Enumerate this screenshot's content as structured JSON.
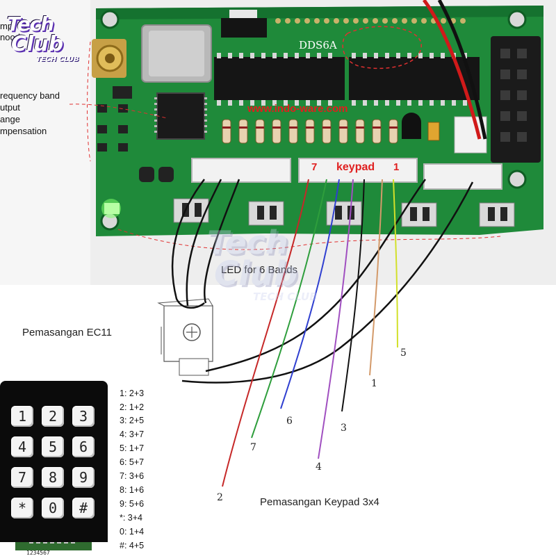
{
  "board": {
    "chip_label": "DDS6A",
    "silk_url": "www.indo-ware.com",
    "pin_header_label": "keypad",
    "pin_first": "1",
    "pin_last": "7"
  },
  "side_labels": [
    "mp",
    "nood",
    "requency band",
    "utput",
    "ange",
    "mpensation"
  ],
  "labels": {
    "led_bands": "LED for 6 Bands",
    "ec11": "Pemasangan EC11",
    "keypad_install": "Pemasangan Keypad 3x4"
  },
  "wires": [
    {
      "num": "2",
      "color": "#c62828"
    },
    {
      "num": "7",
      "color": "#2e9e3c"
    },
    {
      "num": "6",
      "color": "#2f3fd0"
    },
    {
      "num": "4",
      "color": "#a04fc0"
    },
    {
      "num": "3",
      "color": "#111111"
    },
    {
      "num": "1",
      "color": "#d39a6a"
    },
    {
      "num": "5",
      "color": "#d2e02a"
    }
  ],
  "keypad": {
    "keys": [
      "1",
      "2",
      "3",
      "4",
      "5",
      "6",
      "7",
      "8",
      "9",
      "*",
      "0",
      "#"
    ],
    "connector_numbers": "1234567"
  },
  "mapping": [
    "1: 2+3",
    "2: 1+2",
    "3: 2+5",
    "4: 3+7",
    "5: 1+7",
    "6: 5+7",
    "7: 3+6",
    "8: 1+6",
    "9: 5+6",
    "*: 3+4",
    "0: 1+4",
    "#: 4+5"
  ],
  "logo": {
    "line1": "Tech",
    "line2": "Club",
    "line3": "TECH CLUB"
  },
  "colors": {
    "pcb": "#1f8a3a",
    "pcb_dark": "#146b2a",
    "header_white": "#f2f2f2"
  }
}
